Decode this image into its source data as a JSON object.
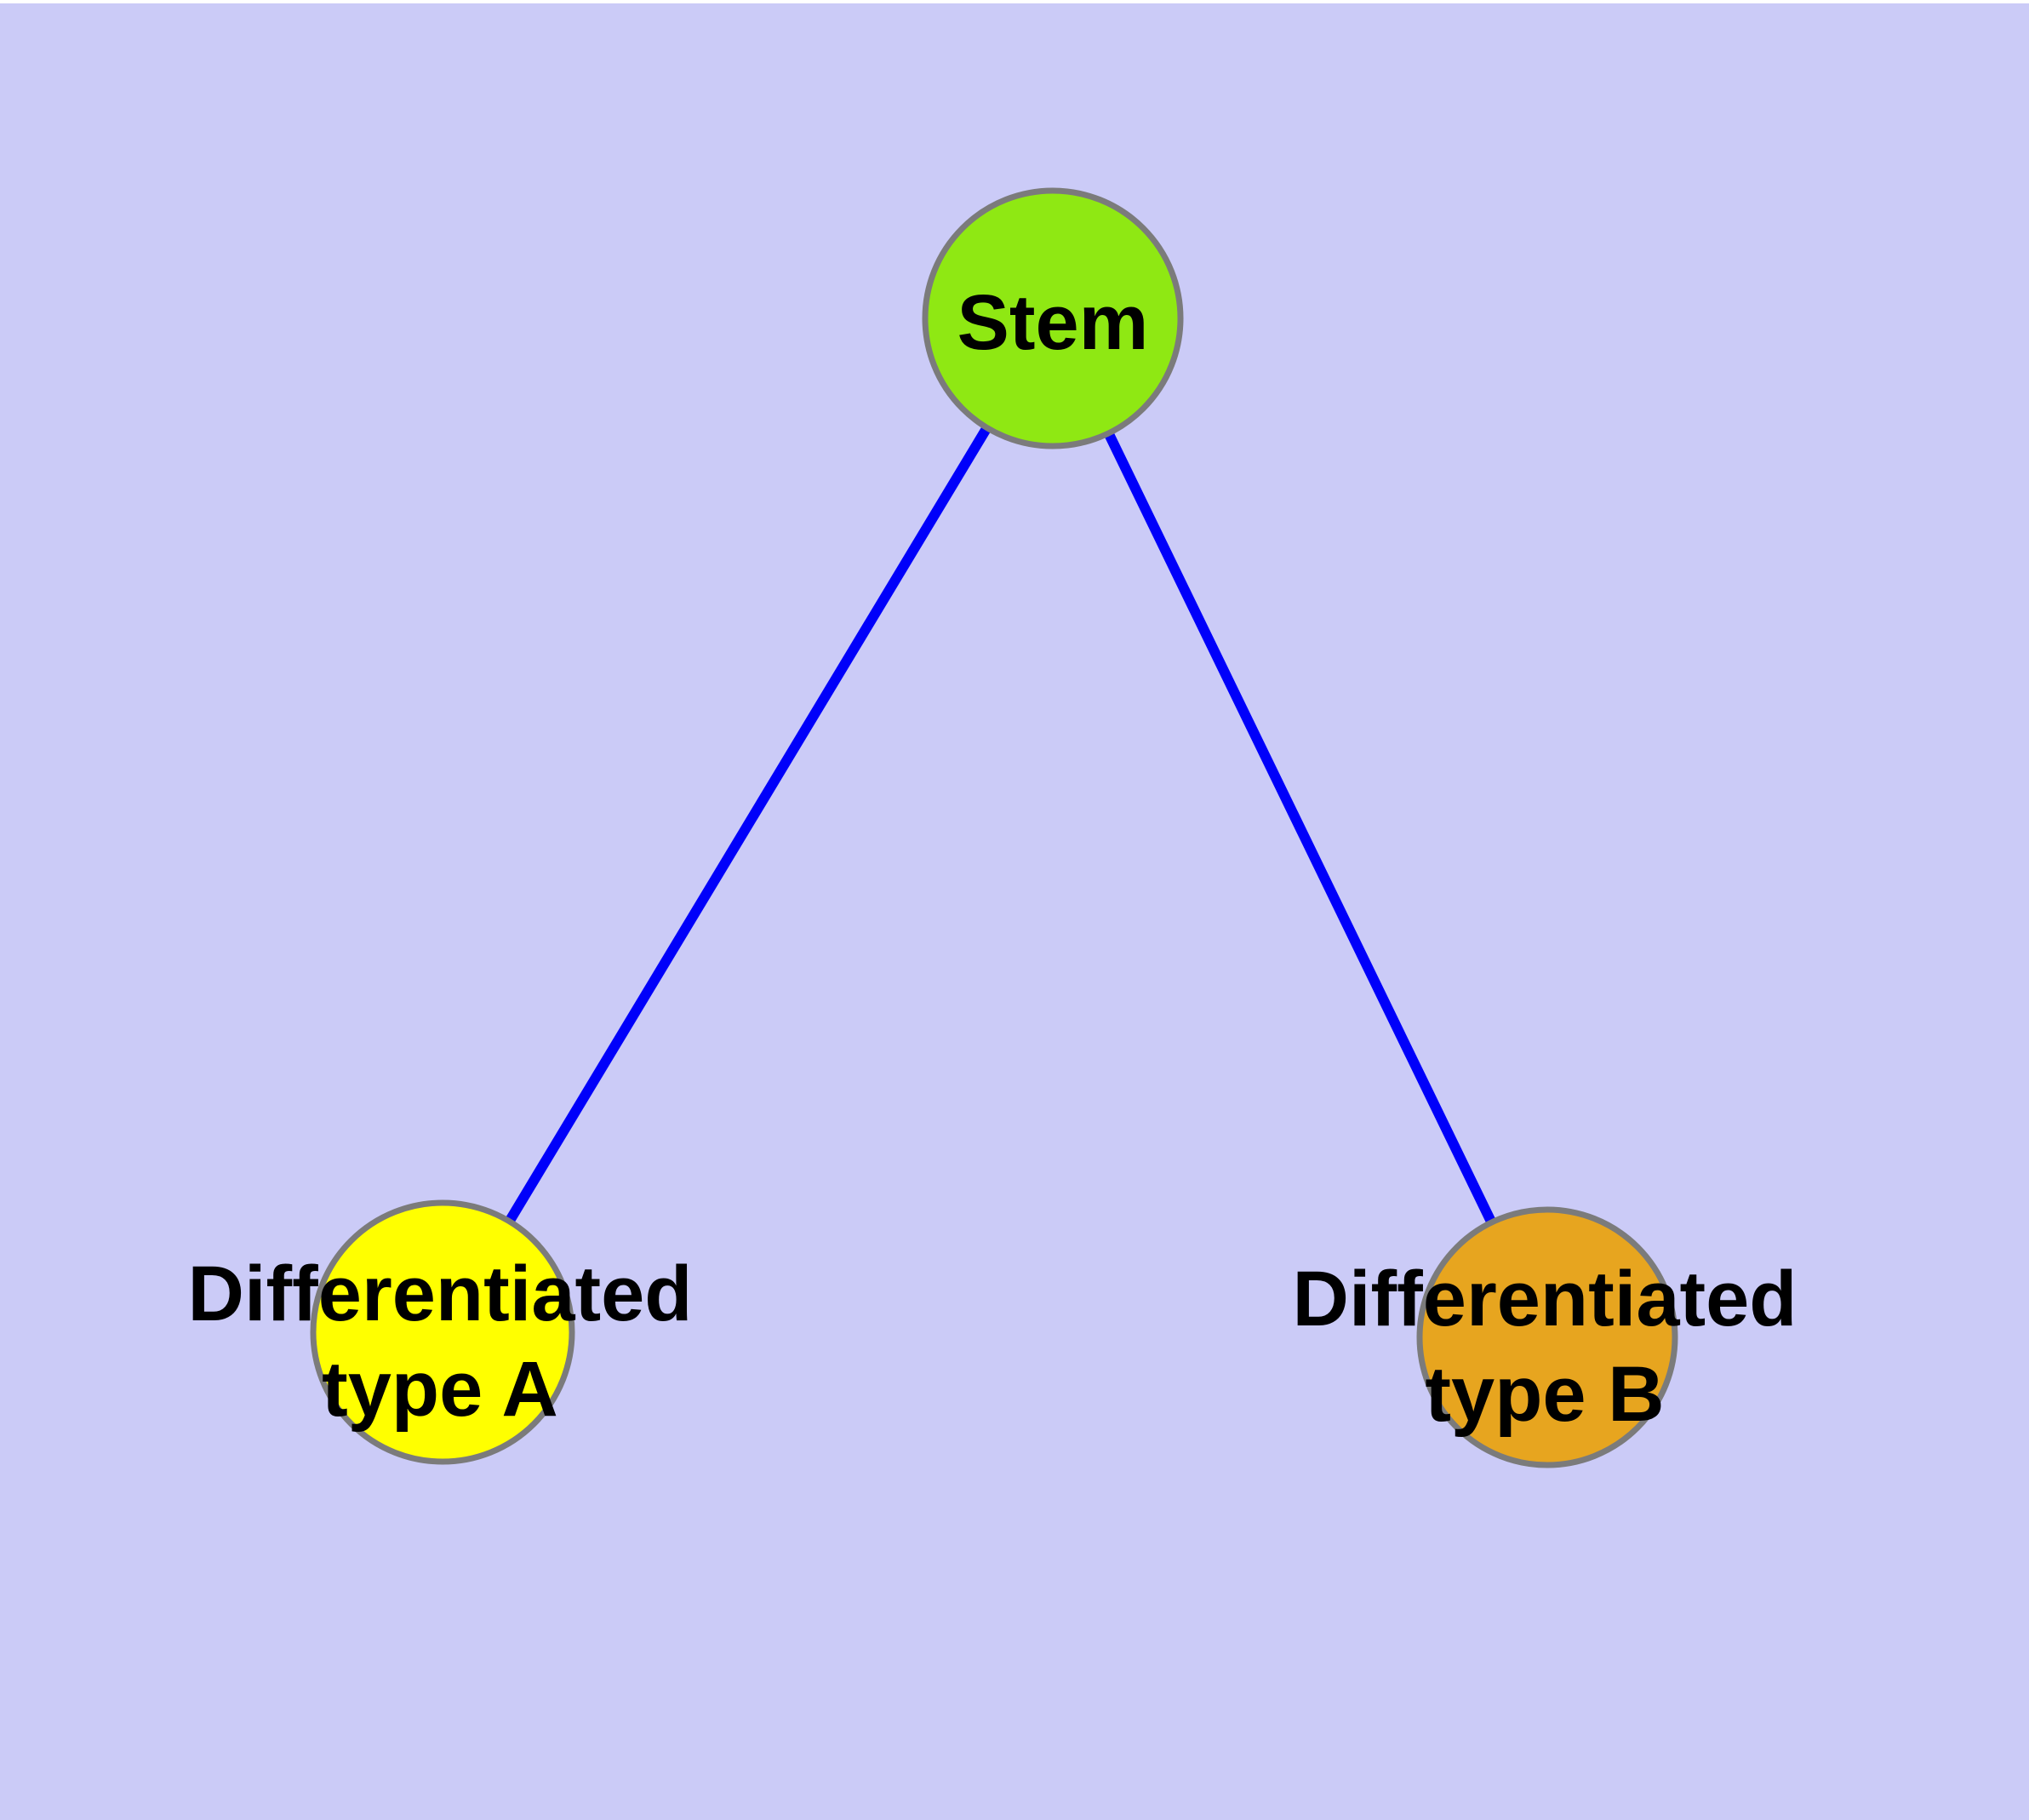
{
  "canvas": {
    "background_color": "#CBCBF7",
    "top_strip_color": "#FFFFFF"
  },
  "diagram": {
    "type": "node-link-graph",
    "description": "Stem cell differentiation graph with one parent node connected to two child nodes"
  },
  "nodes": {
    "stem": {
      "label": "Stem",
      "fill": "#8FE813"
    },
    "type_a": {
      "label_line1": "Differentiated",
      "label_line2": "type A",
      "fill": "#FFFF00"
    },
    "type_b": {
      "label_line1": "Differentiated",
      "label_line2": "type B",
      "fill": "#E7A51F"
    }
  },
  "edges": {
    "color": "#0000FA",
    "list": [
      {
        "from": "Stem",
        "to": "Differentiated type A"
      },
      {
        "from": "Stem",
        "to": "Differentiated type B"
      }
    ]
  },
  "node_border_color": "#7B7B7B"
}
